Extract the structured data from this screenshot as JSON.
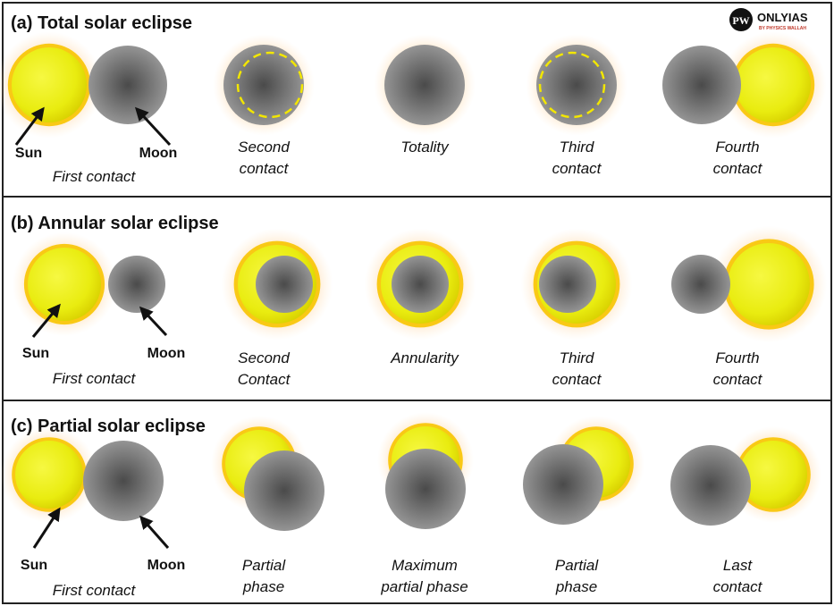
{
  "logo": {
    "emblem": "PW",
    "name": "ONLYIAS",
    "tagline": "BY PHYSICS WALLAH"
  },
  "colors": {
    "sun_core": "#f2f21a",
    "sun_edge": "#f7c800",
    "corona": "#ffb347",
    "moon_center": "#4d4d4d",
    "moon_edge": "#9a9a9a",
    "dash": "#f2e600",
    "border": "#222222"
  },
  "panels": [
    {
      "title": "(a) Total solar eclipse",
      "sun_label": "Sun",
      "moon_label": "Moon",
      "stages": [
        "First contact",
        "Second\ncontact",
        "Totality",
        "Third\ncontact",
        "Fourth\ncontact"
      ]
    },
    {
      "title": "(b) Annular solar eclipse",
      "sun_label": "Sun",
      "moon_label": "Moon",
      "stages": [
        "First contact",
        "Second\nContact",
        "Annularity",
        "Third\ncontact",
        "Fourth\ncontact"
      ]
    },
    {
      "title": "(c) Partial solar eclipse",
      "sun_label": "Sun",
      "moon_label": "Moon",
      "stages": [
        "First contact",
        "Partial\nphase",
        "Maximum\npartial phase",
        "Partial\nphase",
        "Last\ncontact"
      ]
    }
  ]
}
